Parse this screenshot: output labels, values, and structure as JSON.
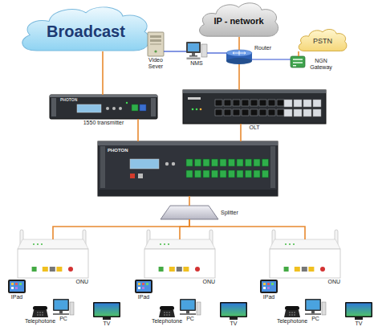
{
  "diagram": {
    "nodes": [
      {
        "text": [
          "Broadcast"
        ]
      },
      {
        "text": [
          "IP - network"
        ]
      },
      {
        "text": [
          "Video Sever"
        ]
      },
      {
        "text": [
          "NMS"
        ]
      },
      {
        "text": [
          "Router"
        ]
      },
      {
        "text": [
          "PSTN"
        ]
      },
      {
        "text": [
          "NGN Gateway"
        ]
      },
      {
        "text": [
          "1550 transmitter",
          "PHOTON"
        ]
      },
      {
        "text": [
          "OLT"
        ]
      },
      {
        "text": [
          "PHOTON"
        ]
      },
      {
        "text": [
          "Splitter"
        ]
      },
      {
        "text": [
          "ONU"
        ]
      },
      {
        "text": [
          "IPad"
        ]
      },
      {
        "text": [
          "Telephotone"
        ]
      },
      {
        "text": [
          "PC"
        ]
      },
      {
        "text": [
          "TV"
        ]
      },
      {
        "text": [
          "ONU"
        ]
      },
      {
        "text": [
          "IPad"
        ]
      },
      {
        "text": [
          "Telephotone"
        ]
      },
      {
        "text": [
          "PC"
        ]
      },
      {
        "text": [
          "TV"
        ]
      },
      {
        "text": [
          "ONU"
        ]
      },
      {
        "text": [
          "IPad"
        ]
      },
      {
        "text": [
          "Telephotone"
        ]
      },
      {
        "text": [
          "PC"
        ]
      },
      {
        "text": [
          "TV"
        ]
      }
    ],
    "edges": [
      {
        "from": 0,
        "to": 7,
        "arrow": "none"
      },
      {
        "from": 1,
        "to": 4,
        "arrow": "none"
      },
      {
        "from": 2,
        "to": 3,
        "arrow": "none"
      },
      {
        "from": 3,
        "to": 4,
        "arrow": "none"
      },
      {
        "from": 4,
        "to": 6,
        "arrow": "none"
      },
      {
        "from": 6,
        "to": 5,
        "arrow": "none"
      },
      {
        "from": 4,
        "to": 8,
        "arrow": "none"
      },
      {
        "from": 7,
        "to": 9,
        "arrow": "none"
      },
      {
        "from": 8,
        "to": 9,
        "arrow": "none"
      },
      {
        "from": 9,
        "to": 10,
        "arrow": "none"
      },
      {
        "from": 10,
        "to": 11,
        "arrow": "none"
      },
      {
        "from": 10,
        "to": 16,
        "arrow": "none"
      },
      {
        "from": 10,
        "to": 21,
        "arrow": "none"
      }
    ]
  }
}
